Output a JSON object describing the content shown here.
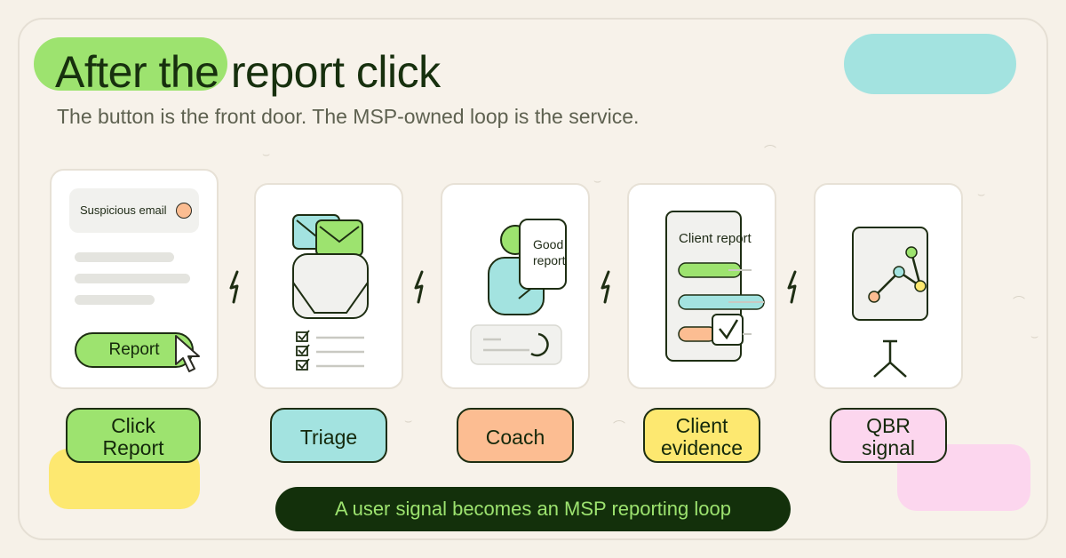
{
  "header": {
    "title": "After the report click",
    "subtitle": "The button is the front door. The MSP-owned loop is the service."
  },
  "steps": [
    {
      "label": "Click\nReport",
      "color": "#9de36f"
    },
    {
      "label": "Triage",
      "color": "#a3e3e0"
    },
    {
      "label": "Coach",
      "color": "#fcbd92"
    },
    {
      "label": "Client\nevidence",
      "color": "#fde870"
    },
    {
      "label": "QBR\nsignal",
      "color": "#fcd6ee"
    }
  ],
  "card_click": {
    "email_label": "Suspicious email",
    "button_label": "Report"
  },
  "card_coach": {
    "bubble_text": "Good\nreport"
  },
  "card_evidence": {
    "doc_title": "Client report"
  },
  "footer": {
    "banner": "A user signal becomes an MSP reporting loop"
  },
  "colors": {
    "dark": "#13300b",
    "accent_green": "#9de36f",
    "background": "#f6f1e8"
  }
}
